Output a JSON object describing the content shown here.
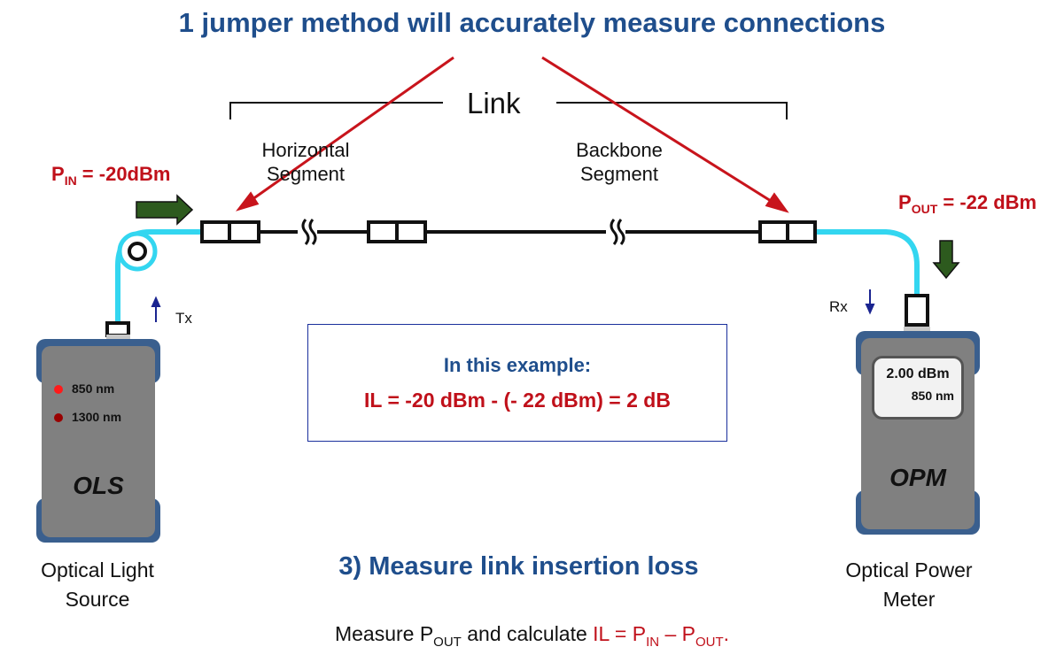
{
  "title": "1 jumper method will accurately measure connections",
  "link_label": "Link",
  "segments": {
    "horizontal": {
      "line1": "Horizontal",
      "line2": "Segment"
    },
    "backbone": {
      "line1": "Backbone",
      "line2": "Segment"
    }
  },
  "p_in": {
    "p": "P",
    "sub": "IN",
    "rest": " = -20dBm"
  },
  "p_out": {
    "p": "P",
    "sub": "OUT",
    "rest": " = -22 dBm"
  },
  "tx_label": "Tx",
  "rx_label": "Rx",
  "example": {
    "heading": "In this example:",
    "equation": "IL = -20 dBm - (- 22 dBm) = 2 dB"
  },
  "ols": {
    "name": "OLS",
    "leds": [
      {
        "label": "850 nm",
        "color": "#ff1a1a"
      },
      {
        "label": "1300 nm",
        "color": "#990000"
      }
    ],
    "caption_line1": "Optical Light",
    "caption_line2": "Source"
  },
  "opm": {
    "name": "OPM",
    "reading": "2.00 dBm",
    "wavelength": "850 nm",
    "caption_line1": "Optical Power",
    "caption_line2": "Meter"
  },
  "step": "3)  Measure link insertion loss",
  "formula": {
    "prefix": "Measure P",
    "prefix_sub": "OUT",
    "middle": " and calculate ",
    "il": "IL = P",
    "il_sub": "IN",
    "dash": " – P",
    "out_sub": "OUT",
    "end": "."
  },
  "colors": {
    "title_blue": "#1f4e8c",
    "accent_red": "#c0101a",
    "fiber_cyan": "#33d6f0",
    "arrow_green": "#2d5a1e",
    "device_blue": "#3a5f8e",
    "device_gray": "#808080"
  }
}
